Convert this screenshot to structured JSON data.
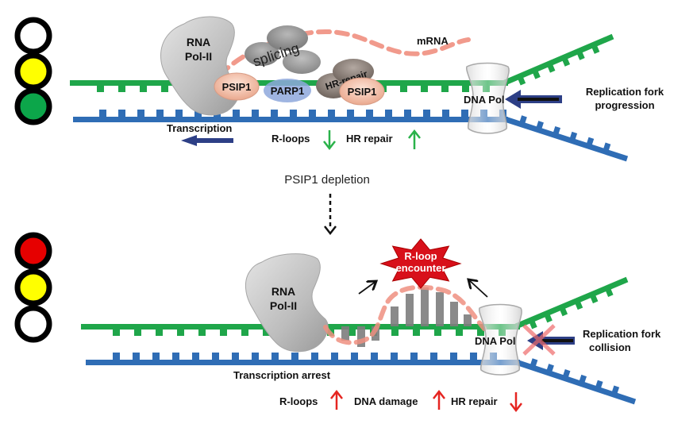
{
  "colors": {
    "template_strand": "#1fa64a",
    "coding_strand": "#2f6db5",
    "mrna": "#ef8f80",
    "polymerase": "#bdbdbd",
    "psip1": "#f6c7b0",
    "parp1": "#8ea8dc",
    "splicing": "#8a8a8a",
    "hr_repair": "#8a7f78",
    "up_green": "#2ab24a",
    "down_red": "#e52521",
    "arrow_dark": "#1d2f6b",
    "rloop_star": "#d8101a",
    "light_red": "#e60000",
    "light_yellow": "#ffff00",
    "light_green": "#0ca64a",
    "light_off": "#ffffff"
  },
  "top_panel": {
    "traffic_light": [
      "off",
      "yellow",
      "green"
    ],
    "rna_pol_label_1": "RNA",
    "rna_pol_label_2": "Pol-II",
    "mrna_label": "mRNA",
    "splicing_label": "splicing",
    "hr_repair_factor_label": "HR-repair",
    "psip1_left_label": "PSIP1",
    "parp1_label": "PARP1",
    "psip1_right_label": "PSIP1",
    "dna_pol_label": "DNA Pol",
    "fork_label_1": "Replication fork",
    "fork_label_2": "progression",
    "transcription_label": "Transcription",
    "rloops_label": "R-loops",
    "rloops_direction": "down",
    "hr_repair_label": "HR repair",
    "hr_repair_direction": "up"
  },
  "transition": {
    "label": "PSIP1 depletion"
  },
  "bottom_panel": {
    "traffic_light": [
      "red",
      "yellow",
      "off"
    ],
    "rna_pol_label_1": "RNA",
    "rna_pol_label_2": "Pol-II",
    "rloop_star_label_1": "R-loop",
    "rloop_star_label_2": "encounter",
    "dna_pol_label": "DNA Pol",
    "fork_label_1": "Replication fork",
    "fork_label_2": "collision",
    "transcription_label": "Transcription arrest",
    "rloops_label": "R-loops",
    "rloops_direction": "up",
    "dna_damage_label": "DNA damage",
    "dna_damage_direction": "up",
    "hr_repair_label": "HR repair",
    "hr_repair_direction": "down"
  }
}
